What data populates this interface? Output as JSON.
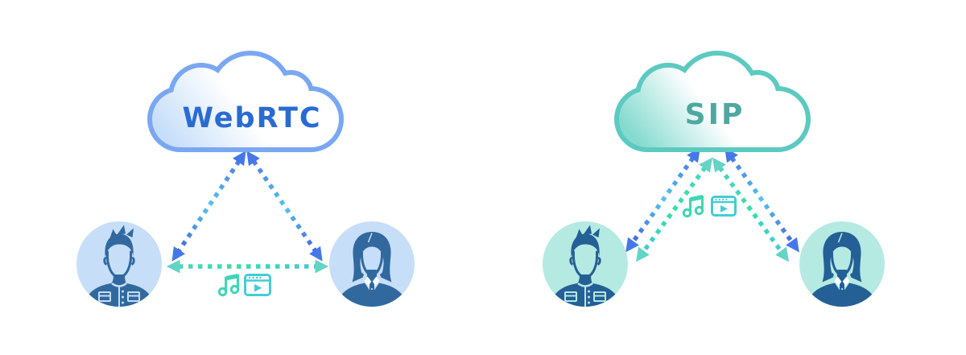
{
  "page": {
    "background": "#FFFFFF"
  },
  "left_diagram": {
    "cloud_label": "WebRTC",
    "users": [
      "male-user",
      "female-user"
    ],
    "media_icons": [
      "music-note-icon",
      "video-player-icon"
    ],
    "connections": [
      {
        "from": "male-user",
        "to": "webrtc-cloud",
        "style": "dashed-blue",
        "bidirectional": true
      },
      {
        "from": "female-user",
        "to": "webrtc-cloud",
        "style": "dashed-blue",
        "bidirectional": true
      },
      {
        "from": "male-user",
        "to": "female-user",
        "style": "dashed-teal-media",
        "bidirectional": true
      }
    ]
  },
  "right_diagram": {
    "cloud_label": "SIP",
    "users": [
      "male-user",
      "female-user"
    ],
    "media_icons": [
      "music-note-icon",
      "video-player-icon"
    ],
    "connections": [
      {
        "from": "male-user",
        "to": "sip-cloud",
        "style": "dashed-blue",
        "bidirectional": true
      },
      {
        "from": "male-user",
        "to": "sip-cloud",
        "style": "dashed-teal-media",
        "bidirectional": true
      },
      {
        "from": "female-user",
        "to": "sip-cloud",
        "style": "dashed-blue",
        "bidirectional": true
      },
      {
        "from": "female-user",
        "to": "sip-cloud",
        "style": "dashed-teal-media",
        "bidirectional": true
      }
    ]
  },
  "colors": {
    "webrtc_text": "#2A6BD1",
    "webrtc_cloud_border": "#7AA7F2",
    "webrtc_cloud_tint": "#C6DEF9",
    "sip_text": "#4FA8A0",
    "sip_cloud_border": "#5CCAC0",
    "sip_cloud_tint": "#84DACE",
    "avatar_blue_bg": "#C7DEF8",
    "avatar_blue_fg": "#31699F",
    "avatar_teal_bg": "#B5EAE2",
    "avatar_teal_fg": "#245F96",
    "arrow_blue_a": "#4A7CE8",
    "arrow_blue_b": "#55C4EA",
    "arrow_blue_c": "#4667E0",
    "arrow_teal_a": "#4FD3C4",
    "arrow_teal_b": "#2FE2A2",
    "arrow_teal_c": "#47C7DC",
    "arrowhead_blue": "#4577E8",
    "arrowhead_teal": "#63D4C6",
    "icon_music": "#3ED7B4",
    "icon_video": "#45CBD6",
    "collar_white": "#F7FCFF"
  }
}
